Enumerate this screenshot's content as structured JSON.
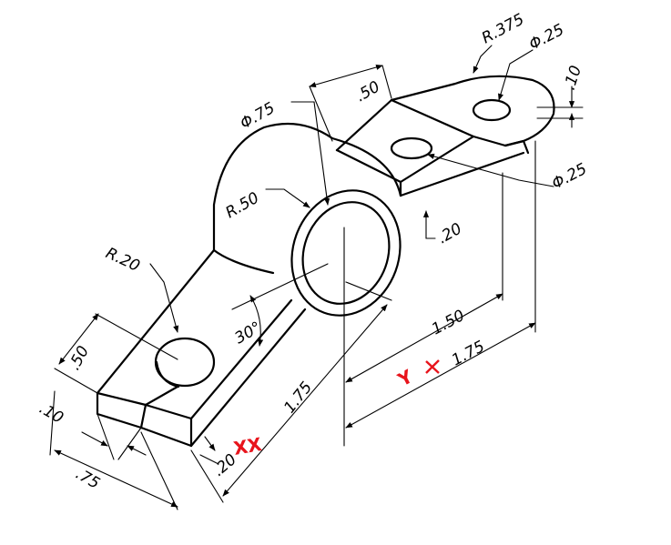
{
  "dimensions": {
    "r375": "R.375",
    "phi25_top": "Φ.25",
    "d10_top": ".10",
    "d50_top": ".50",
    "phi75": "Φ.75",
    "phi25_right": "Φ.25",
    "r50": "R.50",
    "d20_mid": ".20",
    "r20": "R.20",
    "d50_left": ".50",
    "angle30": "30°",
    "d150": "1.50",
    "d175_right": "1.75",
    "d175_left": "1.75",
    "d10_left": ".10",
    "d75": ".75",
    "d20_bottom": ".20"
  },
  "annotations": {
    "y_mark": "Y",
    "x_mark": "XX"
  },
  "colors": {
    "line": "#000000",
    "annotation": "#e8141c"
  }
}
